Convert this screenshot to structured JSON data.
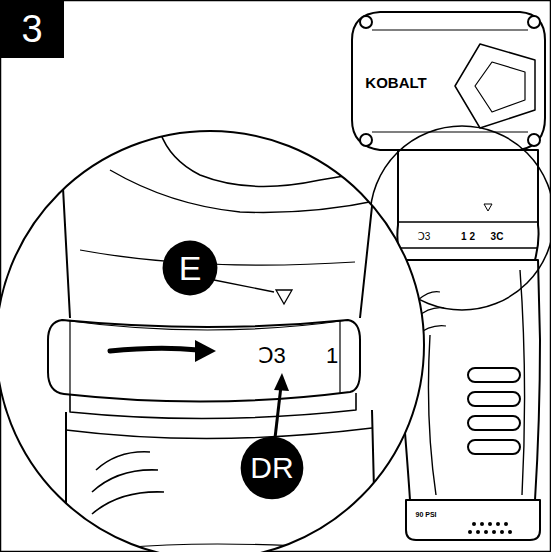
{
  "diagram": {
    "nodes": [
      {
        "text": [
          "3"
        ]
      },
      {
        "text": [
          "E"
        ]
      },
      {
        "text": [
          "DR"
        ]
      }
    ],
    "labels": [
      "KOBALT",
      "Ↄ3",
      "1",
      "Ↄ3",
      "1 2",
      "3C",
      "90 PSI"
    ]
  }
}
